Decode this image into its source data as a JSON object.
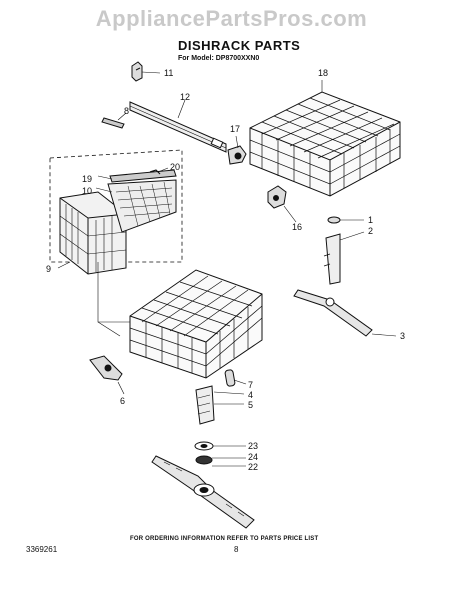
{
  "watermark": "AppliancePartsPros.com",
  "title": "DISHRACK PARTS",
  "subtitle": "For Model: DP8700XXN0",
  "footer_note": "FOR ORDERING INFORMATION REFER TO PARTS PRICE LIST",
  "doc_number": "3369261",
  "page_number": "8",
  "callouts": [
    "1",
    "2",
    "3",
    "4",
    "5",
    "6",
    "7",
    "8",
    "9",
    "10",
    "11",
    "12",
    "16",
    "17",
    "18",
    "19",
    "20",
    "22",
    "23",
    "24"
  ]
}
